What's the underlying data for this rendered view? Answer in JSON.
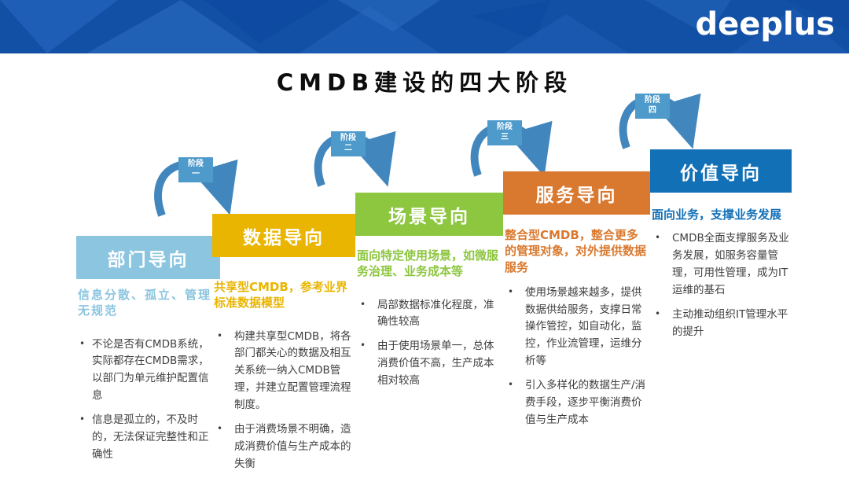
{
  "banner": {
    "logo_text": "deeplus"
  },
  "title": "CMDB建设的四大阶段",
  "colors": {
    "banner_bg": "#1150A5",
    "banner_tri_light": "#2E6FC5",
    "banner_tri_mid": "#2160B8",
    "banner_tri_dark": "#0D47A0",
    "arrow": "#4187BE",
    "badge_bg": "#4E9ACB",
    "bullet_text": "#3F3F3F",
    "title_text": "#0D0D0D"
  },
  "arrows": [
    {
      "line1": "阶段",
      "line2": "一"
    },
    {
      "line1": "阶段",
      "line2": "二"
    },
    {
      "line1": "阶段",
      "line2": "三"
    },
    {
      "line1": "阶段",
      "line2": "四"
    }
  ],
  "stages": [
    {
      "name": "部门导向",
      "color": "#8BC5DF",
      "subtitle": "信息分散、孤立、管理无规范",
      "bullets": [
        "不论是否有CMDB系统，实际都存在CMDB需求，以部门为单元维护配置信息",
        "信息是孤立的，不及时的，无法保证完整性和正确性"
      ]
    },
    {
      "name": "数据导向",
      "color": "#E9B500",
      "subtitle": "共享型CMDB，参考业界标准数据模型",
      "bullets": [
        "构建共享型CMDB，将各部门都关心的数据及相互关系统一纳入CMDB管理，并建立配置管理流程制度。",
        "由于消费场景不明确，造成消费价值与生产成本的失衡"
      ]
    },
    {
      "name": "场景导向",
      "color": "#8DC63F",
      "subtitle": "面向特定使用场景，如微服务治理、业务成本等",
      "bullets": [
        "局部数据标准化程度，准确性较高",
        "由于使用场景单一，总体消费价值不高，生产成本相对较高"
      ]
    },
    {
      "name": "服务导向",
      "color": "#D9792F",
      "subtitle": "整合型CMDB，整合更多的管理对象，对外提供数据服务",
      "bullets": [
        "使用场景越来越多，提供数据供给服务，支撑日常操作管控，如自动化，监控，作业流管理，运维分析等",
        "引入多样化的数据生产/消费手段，逐步平衡消费价值与生产成本"
      ]
    },
    {
      "name": "价值导向",
      "color": "#1270B7",
      "subtitle": "面向业务，支撑业务发展",
      "bullets": [
        "CMDB全面支撑服务及业务发展，如服务容量管理，可用性管理，成为IT运维的基石",
        "主动推动组织IT管理水平的提升"
      ]
    }
  ]
}
